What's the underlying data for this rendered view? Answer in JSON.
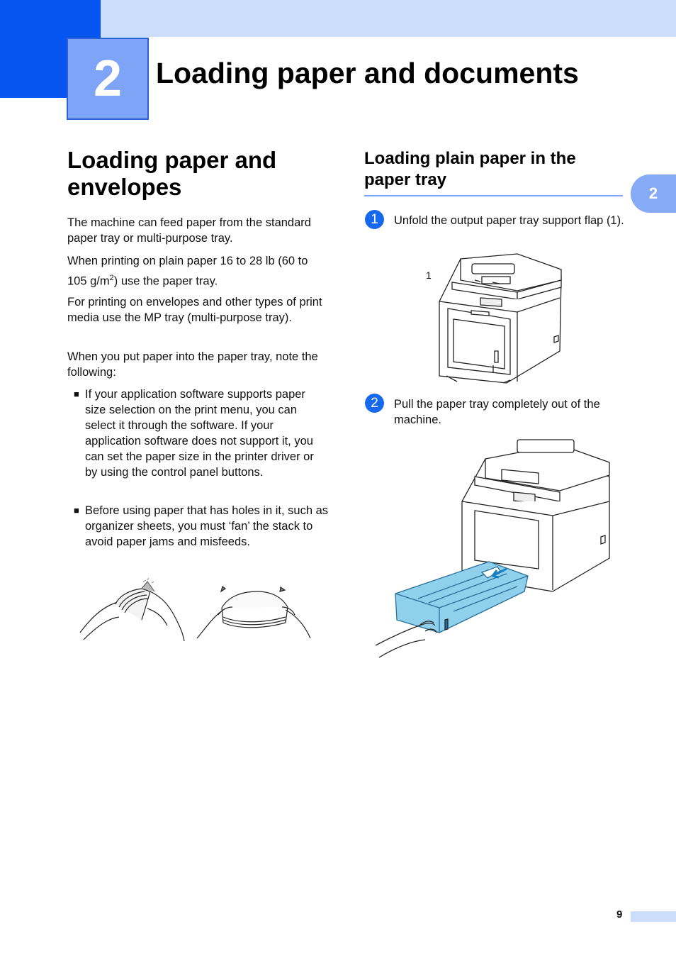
{
  "header": {
    "chapter_number": "2",
    "chapter_title": "Loading paper and documents",
    "side_tab": "2"
  },
  "left": {
    "heading": "Loading paper and envelopes",
    "p1": "The machine can feed paper from the standard paper tray or multi-purpose tray.",
    "p2_before": "When printing on plain paper 16 to 28 lb (60 to 105 g/m",
    "p2_sup": "2",
    "p2_after": ") use the paper tray.",
    "p3": "For printing on envelopes and other types of print media use the MP tray (multi-purpose tray).",
    "p4": "When you put paper into the paper tray, note the following:",
    "bullets": [
      "If your application software supports paper size selection on the print menu, you can select it through the software. If your application software does not support it, you can set the paper size in the printer driver or by using the control panel buttons.",
      "Before using paper that has holes in it, such as organizer sheets, you must ‘fan’ the stack to avoid paper jams and misfeeds."
    ]
  },
  "right": {
    "heading": "Loading plain paper in the paper tray",
    "steps": [
      {
        "number": "1",
        "text": "Unfold the output paper tray support flap (1)."
      },
      {
        "number": "2",
        "text": "Pull the paper tray completely out of the machine."
      }
    ],
    "callout_1": "1"
  },
  "footer": {
    "page_number": "9"
  },
  "colors": {
    "accent": "#0655f0",
    "light": "#ccdcfb",
    "tray": "#8fd0ec"
  }
}
